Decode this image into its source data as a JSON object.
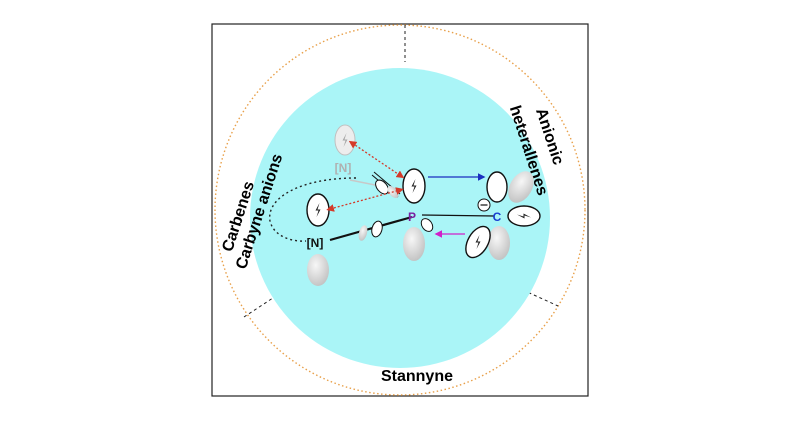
{
  "labels": {
    "left_line1": "Carbenes",
    "left_line2": "Carbyne anions",
    "right_line1": "Anionic",
    "right_line2": "heterallenes",
    "bottom": "Stannyne"
  },
  "atoms": {
    "nitrogen_faded": "[N]",
    "nitrogen": "[N]",
    "phosphorus": "P",
    "carbon": "C"
  },
  "colors": {
    "disk_fill": "#aaf5f7",
    "ring_dots": "#e8a04a",
    "phosphorus": "#7a1fa0",
    "carbon": "#1a3fd0",
    "arrow_red": "#d43a2a",
    "arrow_blue": "#1a2fc0",
    "arrow_magenta": "#d020c8",
    "lobe_gray": "#d4d4d4"
  },
  "icons": [
    "lightning-electron-pair-icon",
    "minus-circle-charge-icon"
  ]
}
